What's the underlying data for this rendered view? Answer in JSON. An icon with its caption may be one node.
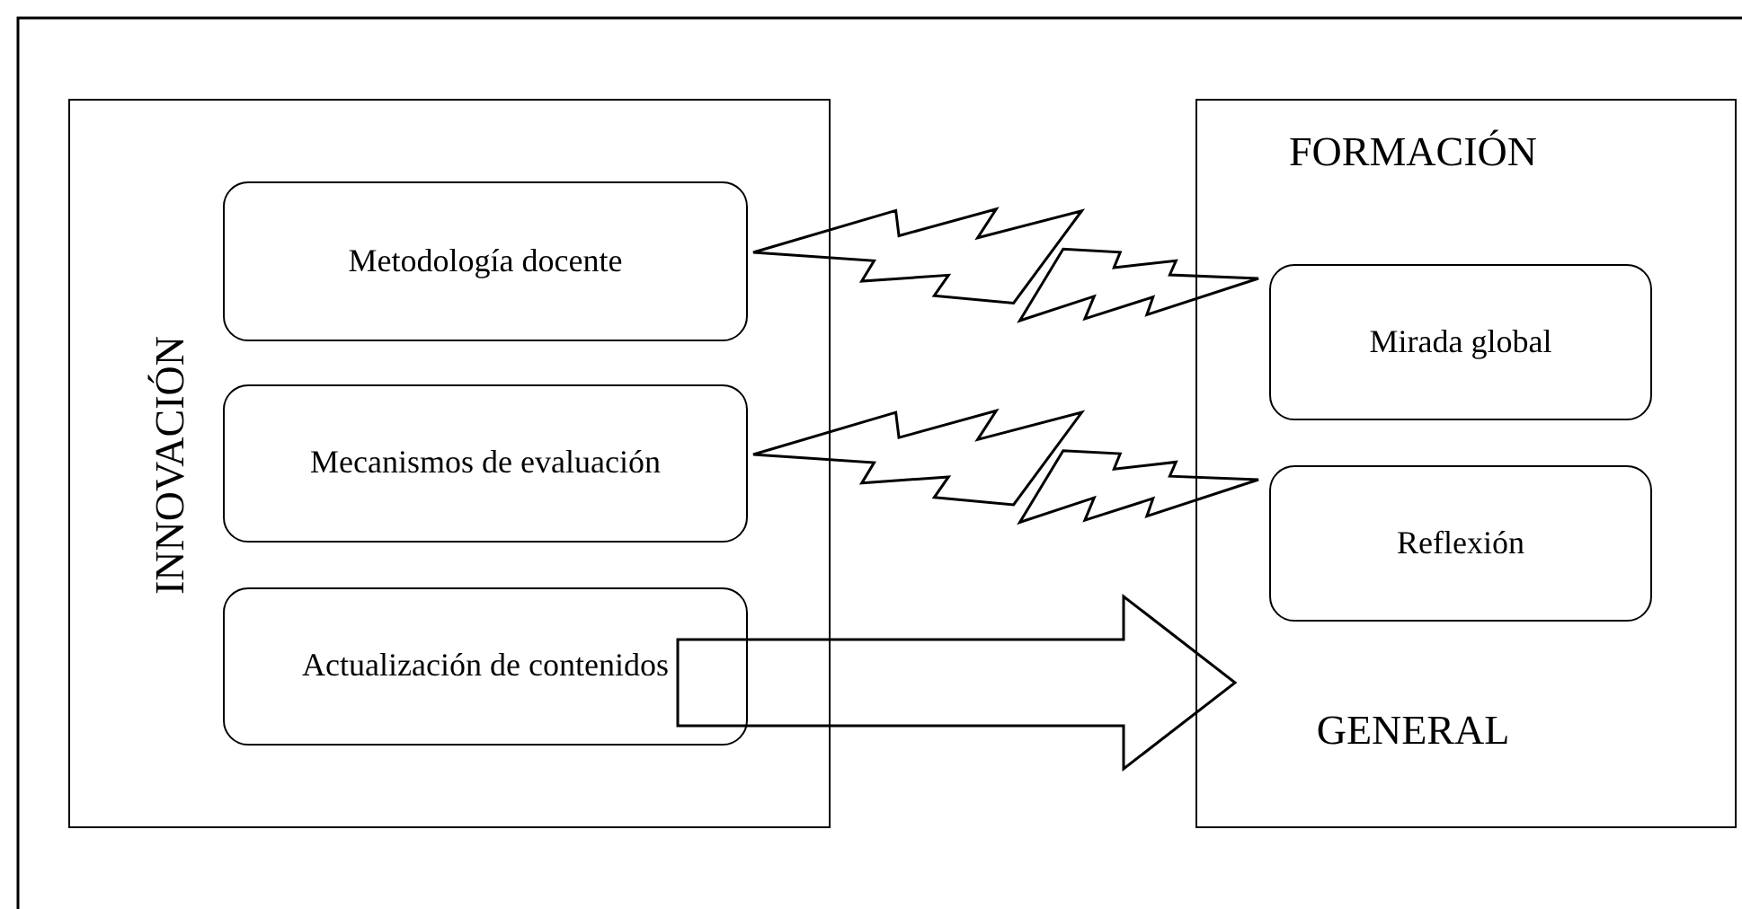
{
  "diagram": {
    "nodes": [
      {
        "text": [
          "INNOVACIÓN"
        ]
      },
      {
        "text": [
          "Metodología docente"
        ],
        "in": 0
      },
      {
        "text": [
          "Mecanismos de evaluación"
        ],
        "in": 0
      },
      {
        "text": [
          "Actualización de contenidos"
        ],
        "in": 0
      },
      {
        "text": [
          "FORMACIÓN",
          "GENERAL"
        ]
      },
      {
        "text": [
          "Mirada global"
        ],
        "in": 4
      },
      {
        "text": [
          "Reflexión"
        ],
        "in": 4
      }
    ],
    "edges": [
      {
        "from": 1,
        "to": 5,
        "arrow": "none"
      },
      {
        "from": 2,
        "to": 6,
        "arrow": "none"
      },
      {
        "from": 3,
        "to": 4,
        "arrow": "to",
        "style": "thick"
      }
    ]
  }
}
